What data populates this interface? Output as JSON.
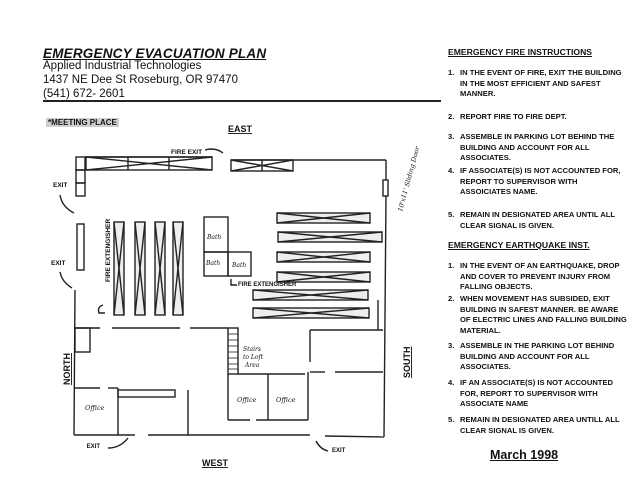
{
  "header": {
    "title": "EMERGENCY EVACUATION PLAN",
    "company": "Applied Industrial Technologies",
    "address": "1437 NE Dee St  Roseburg, OR  97470",
    "phone": "(541) 672- 2601"
  },
  "meeting_place": "*MEETING PLACE",
  "floor_plan": {
    "east": "EAST",
    "west": "WEST",
    "north": "NORTH",
    "south": "SOUTH",
    "fire_exit": "FIRE EXIT",
    "exit": "EXIT",
    "fire_extinguisher": "FIRE EXTENGISHER",
    "sliding_door": "10'x11' Sliding Door",
    "bath": "Bath",
    "office": "Office",
    "stairs_1": "Stairs",
    "stairs_2": "to Loft",
    "stairs_3": "Area"
  },
  "fire_instructions": {
    "title": "EMERGENCY FIRE INSTRUCTIONS",
    "items": [
      {
        "num": "1.",
        "text": "IN THE EVENT OF FIRE, EXIT THE BUILDING IN THE MOST EFFICIENT AND SAFEST MANNER."
      },
      {
        "num": "2.",
        "text": "REPORT FIRE TO FIRE DEPT."
      },
      {
        "num": "3.",
        "text": "ASSEMBLE IN PARKING LOT BEHIND THE BUILDING AND ACCOUNT FOR ALL ASSOCIATES."
      },
      {
        "num": "4.",
        "text": "IF ASSOCIATE(S) IS NOT ACCOUNTED FOR, REPORT TO SUPERVISOR WITH ASSOICIATES NAME."
      },
      {
        "num": "5.",
        "text": "REMAIN IN DESIGNATED AREA UNTIL ALL CLEAR SIGNAL IS GIVEN."
      }
    ]
  },
  "earthquake_instructions": {
    "title": "EMERGENCY EARTHQUAKE INST.",
    "items": [
      {
        "num": "1.",
        "text": "IN THE EVENT OF AN EARTHQUAKE, DROP AND COVER TO PREVENT INJURY FROM FALLING OBJECTS."
      },
      {
        "num": "2.",
        "text": "WHEN MOVEMENT HAS SUBSIDED, EXIT BUILDING IN SAFEST MANNER. BE AWARE OF ELECTRIC LINES AND FALLING BUILDING MATERIAL."
      },
      {
        "num": "3.",
        "text": "ASSEMBLE IN THE PARKING LOT BEHIND BUILDING AND ACCOUNT FOR ALL ASSOCIATES."
      },
      {
        "num": "4.",
        "text": "IF AN ASSOCIATE(S) IS NOT ACCOUNTED FOR, REPORT TO SUPERVISOR WITH ASSOCIATE NAME"
      },
      {
        "num": "5.",
        "text": "REMAIN IN DESIGNATED AREA UNTILL ALL CLEAR SIGNAL IS GIVEN."
      }
    ]
  },
  "date": "March 1998"
}
